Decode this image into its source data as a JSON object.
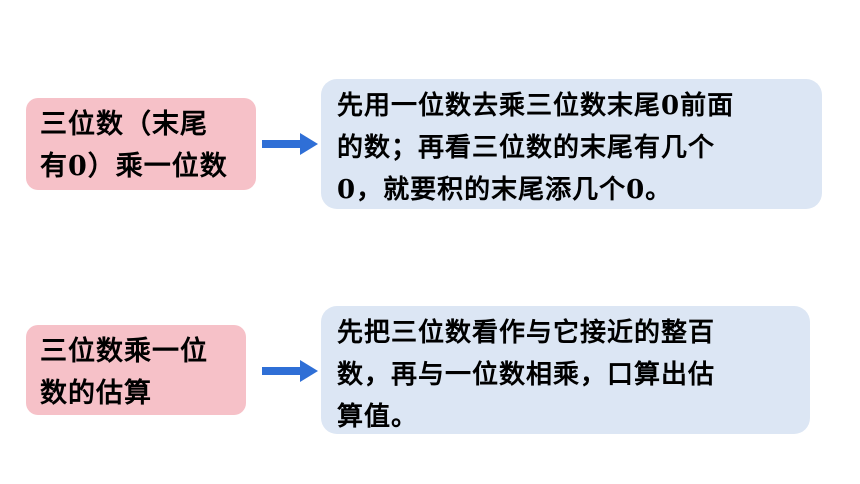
{
  "rows": [
    {
      "topic_lines": [
        "三位数（末尾",
        "有0）乘一位数"
      ],
      "rule_lines": [
        "先用一位数去乘三位数末尾0前面",
        "的数；再看三位数的末尾有几个",
        "0，就要积的末尾添几个0。"
      ]
    },
    {
      "topic_lines": [
        "三位数乘一位",
        "数的估算"
      ],
      "rule_lines": [
        "先把三位数看作与它接近的整百",
        "数，再与一位数相乘，口算出估",
        "算值。"
      ]
    }
  ],
  "colors": {
    "topic_bg": "#f6c1c8",
    "rule_bg": "#dce6f4",
    "arrow": "#2f6fd6"
  },
  "icons": {
    "connector": "arrow-right-icon"
  }
}
